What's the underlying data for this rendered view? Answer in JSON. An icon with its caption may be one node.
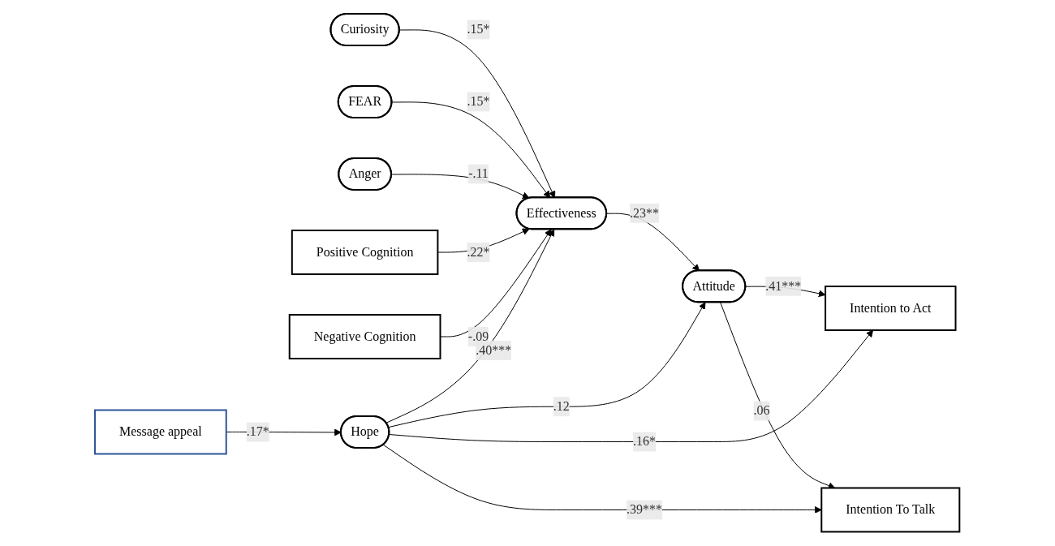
{
  "diagram": {
    "nodes": [
      {
        "text": [
          "Curiosity"
        ]
      },
      {
        "text": [
          "FEAR"
        ]
      },
      {
        "text": [
          "Anger"
        ]
      },
      {
        "text": [
          "Positive Cognition"
        ]
      },
      {
        "text": [
          "Negative Cognition"
        ]
      },
      {
        "text": [
          "Message appeal"
        ]
      },
      {
        "text": [
          "Hope"
        ]
      },
      {
        "text": [
          "Effectiveness"
        ]
      },
      {
        "text": [
          "Attitude"
        ]
      },
      {
        "text": [
          "Intention to Act"
        ]
      },
      {
        "text": [
          "Intention To Talk"
        ]
      }
    ],
    "edges": [
      {
        "from": 0,
        "to": 7,
        "arrow": "to",
        "label": ".15*"
      },
      {
        "from": 1,
        "to": 7,
        "arrow": "to",
        "label": ".15*"
      },
      {
        "from": 2,
        "to": 7,
        "arrow": "to",
        "label": "-.11"
      },
      {
        "from": 3,
        "to": 7,
        "arrow": "to",
        "label": ".22*"
      },
      {
        "from": 4,
        "to": 7,
        "arrow": "to",
        "label": "-.09"
      },
      {
        "from": 5,
        "to": 6,
        "arrow": "to",
        "label": ".17*"
      },
      {
        "from": 6,
        "to": 7,
        "arrow": "to",
        "label": ".40***"
      },
      {
        "from": 7,
        "to": 8,
        "arrow": "to",
        "label": ".23**"
      },
      {
        "from": 6,
        "to": 8,
        "arrow": "to",
        "label": ".12"
      },
      {
        "from": 8,
        "to": 9,
        "arrow": "to",
        "label": ".41***"
      },
      {
        "from": 8,
        "to": 10,
        "arrow": "to",
        "label": ".06"
      },
      {
        "from": 6,
        "to": 9,
        "arrow": "to",
        "label": ".16*"
      },
      {
        "from": 6,
        "to": 10,
        "arrow": "to",
        "label": ".39***"
      }
    ]
  }
}
